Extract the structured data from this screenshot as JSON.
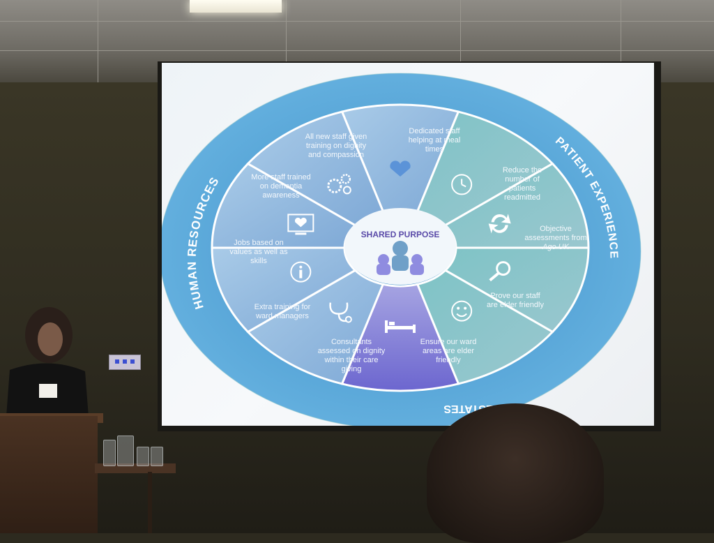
{
  "slide": {
    "center_label": "SHARED PURPOSE",
    "rim_labels": {
      "left": "HUMAN RESOURCES",
      "right": "PATIENT EXPERIENCE",
      "bottom": "ESTATES"
    },
    "segments": [
      {
        "text": "All new staff given training on dignity and compassion",
        "icon": "heart-icon"
      },
      {
        "text": "Dedicated staff helping at meal times",
        "icon": "clock-icon"
      },
      {
        "text": "Reduce the number of patients readmitted",
        "icon": "refresh-arrows-icon"
      },
      {
        "text": "Objective assessments from",
        "text_italic": "Age UK",
        "icon": "magnifier-icon"
      },
      {
        "text": "Prove our staff are elder friendly",
        "icon": "smiley-icon"
      },
      {
        "text": "Ensure our ward areas are elder friendly",
        "icon": "bed-icon"
      },
      {
        "text": "Consultants assessed on dignity within their care giving",
        "icon": "stethoscope-icon"
      },
      {
        "text": "Extra training for ward managers",
        "icon": "info-icon"
      },
      {
        "text": "Jobs based on values as well as skills",
        "icon": "computer-heart-icon"
      },
      {
        "text": "More staff trained on dementia awareness",
        "icon": "gears-icon"
      }
    ]
  },
  "colors": {
    "rim": "#5aa5d6",
    "segment_blue": "#8db6dc",
    "segment_teal": "#86bcc4",
    "segment_purple": "#8b88d6",
    "center_text": "#5a4aa8"
  }
}
